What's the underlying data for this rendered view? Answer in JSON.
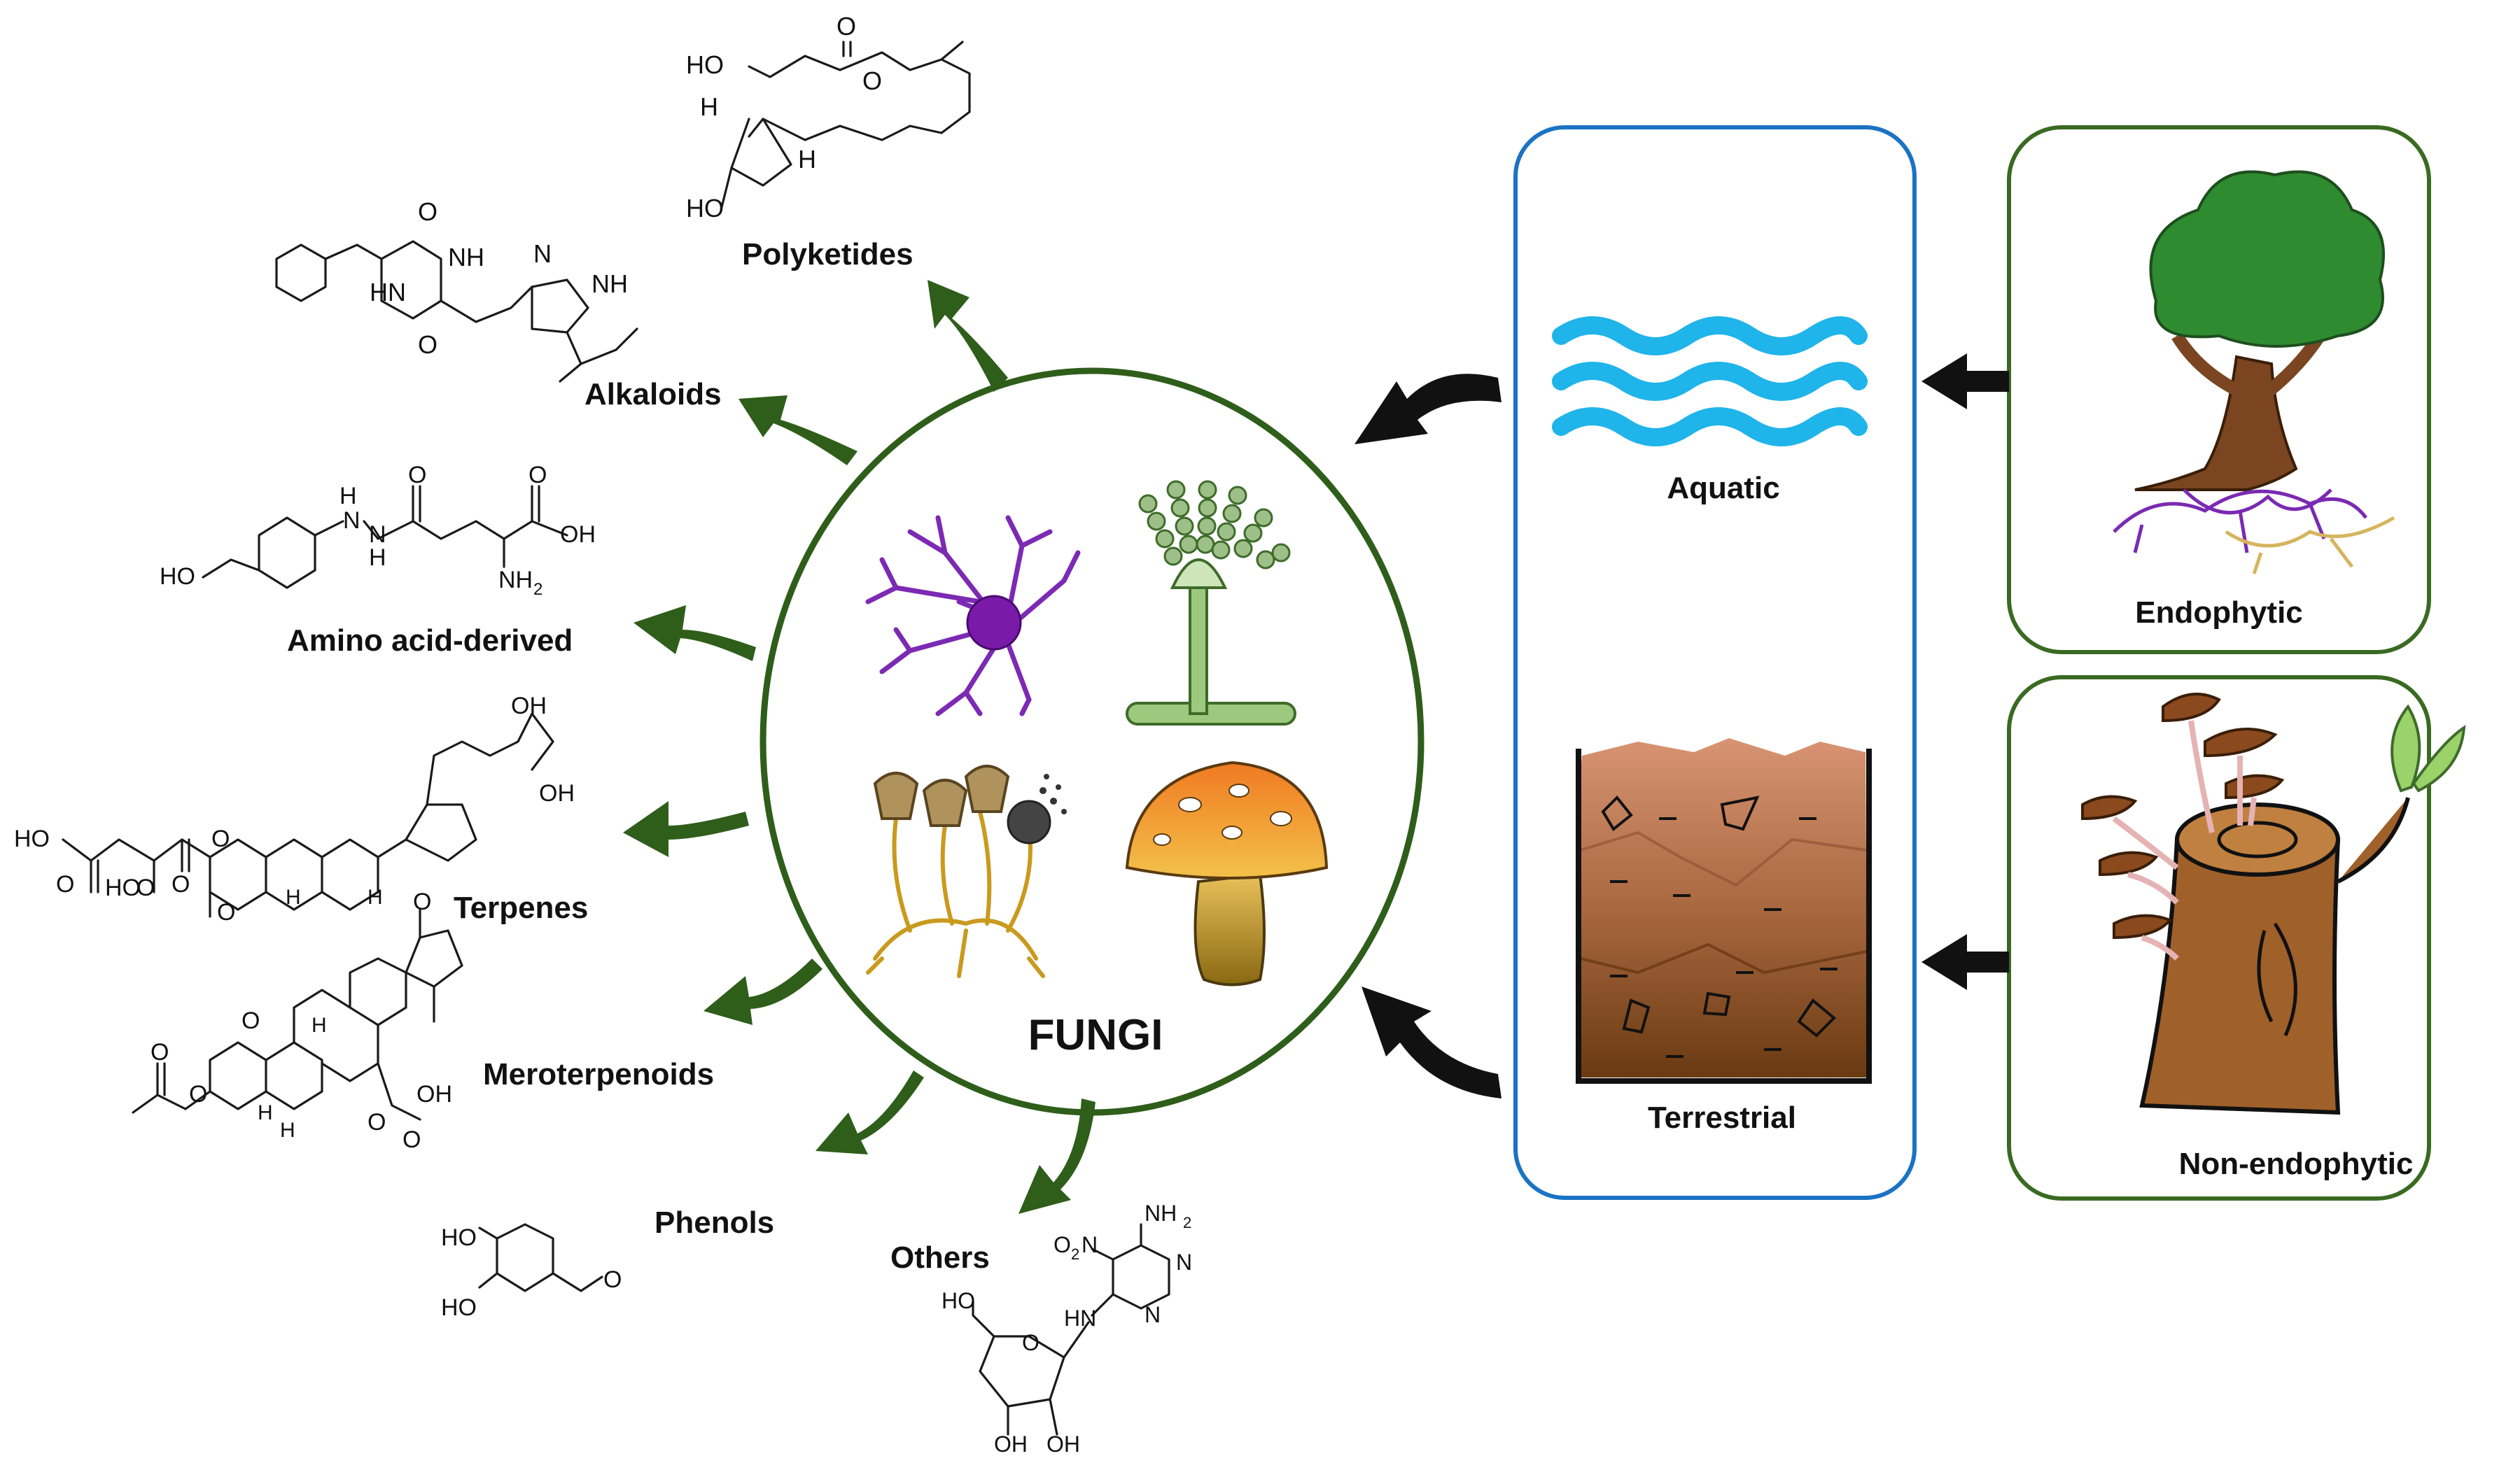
{
  "center": {
    "label": "FUNGI"
  },
  "compound_classes": [
    {
      "id": "polyketides",
      "label": "Polyketides"
    },
    {
      "id": "alkaloids",
      "label": "Alkaloids"
    },
    {
      "id": "amino",
      "label": "Amino acid-derived"
    },
    {
      "id": "terpenes",
      "label": "Terpenes"
    },
    {
      "id": "meroterpenoids",
      "label": "Meroterpenoids"
    },
    {
      "id": "phenols",
      "label": "Phenols"
    },
    {
      "id": "others",
      "label": "Others"
    }
  ],
  "environments": [
    {
      "id": "aquatic",
      "label": "Aquatic"
    },
    {
      "id": "terrestrial",
      "label": "Terrestrial"
    }
  ],
  "lifestyles": [
    {
      "id": "endophytic",
      "label": "Endophytic"
    },
    {
      "id": "non_endophytic",
      "label": "Non-endophytic"
    }
  ],
  "chem_labels": {
    "polyketide": [
      "HO",
      "O",
      "O",
      "H",
      "H",
      "HO"
    ],
    "alkaloid": [
      "O",
      "NH",
      "N",
      "HN",
      "NH",
      "O"
    ],
    "amino": [
      "H",
      "N",
      "N",
      "H",
      "O",
      "O",
      "OH",
      "HO",
      "NH",
      "2"
    ],
    "terpene": [
      "OH",
      "OH",
      "HO",
      "O",
      "O",
      "O",
      "HO",
      "O",
      "O",
      "H",
      "H"
    ],
    "meroterpenoid": [
      "O",
      "O",
      "O",
      "O",
      "H",
      "H",
      "OH",
      "O",
      "O",
      "H"
    ],
    "phenol": [
      "HO",
      "HO",
      "O"
    ],
    "other": [
      "NH",
      "2",
      "O",
      "2",
      "N",
      "N",
      "N",
      "HO",
      "HN",
      "O",
      "OH",
      "OH"
    ]
  },
  "colors": {
    "arrow_green": "#2e5e1a",
    "circle_green": "#2e5e1a",
    "environment_box": "#1a73c4",
    "lifestyle_box": "#3a6a22",
    "water_blue": "#1fb4ea",
    "arrow_black": "#111111"
  }
}
